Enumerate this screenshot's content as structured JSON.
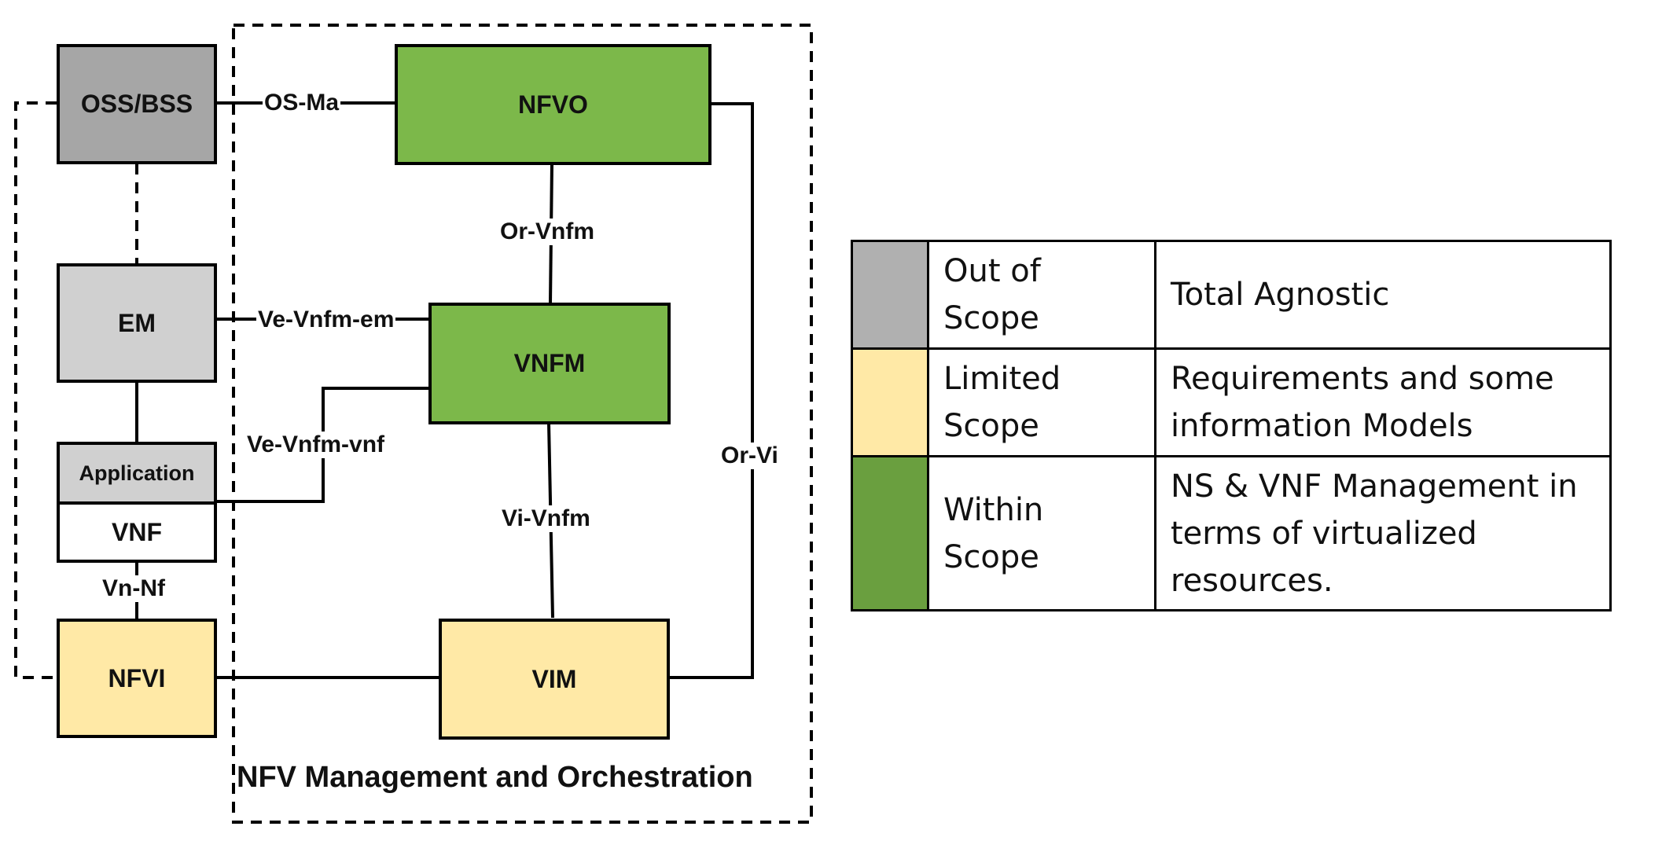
{
  "diagram": {
    "title": "NFV Management and Orchestration",
    "boxes": {
      "oss": "OSS/BSS",
      "em": "EM",
      "application": "Application",
      "vnf": "VNF",
      "nfvi": "NFVI",
      "nfvo": "NFVO",
      "vnfm": "VNFM",
      "vim": "VIM"
    },
    "interfaces": {
      "os_ma": "OS-Ma",
      "or_vnfm": "Or-Vnfm",
      "ve_vnfm_em": "Ve-Vnfm-em",
      "ve_vnfm_vnf": "Ve-Vnfm-vnf",
      "vi_vnfm": "Vi-Vnfm",
      "or_vi": "Or-Vi",
      "vn_nf": "Vn-Nf"
    },
    "colors": {
      "out_of_scope": "#a6a6a6",
      "out_of_scope_light": "#d0d0d0",
      "limited": "#ffe9a6",
      "within": "#7cb84a",
      "within_dark": "#6a9f3f"
    }
  },
  "legend": {
    "rows": [
      {
        "scope": "Out of Scope",
        "description": "Total Agnostic",
        "color": "#b0b0b0"
      },
      {
        "scope": "Limited Scope",
        "description": "Requirements and some information Models",
        "color": "#ffe9a6"
      },
      {
        "scope": "Within Scope",
        "description": "NS & VNF Management in terms of virtualized resources.",
        "color": "#6a9f3f"
      }
    ]
  }
}
